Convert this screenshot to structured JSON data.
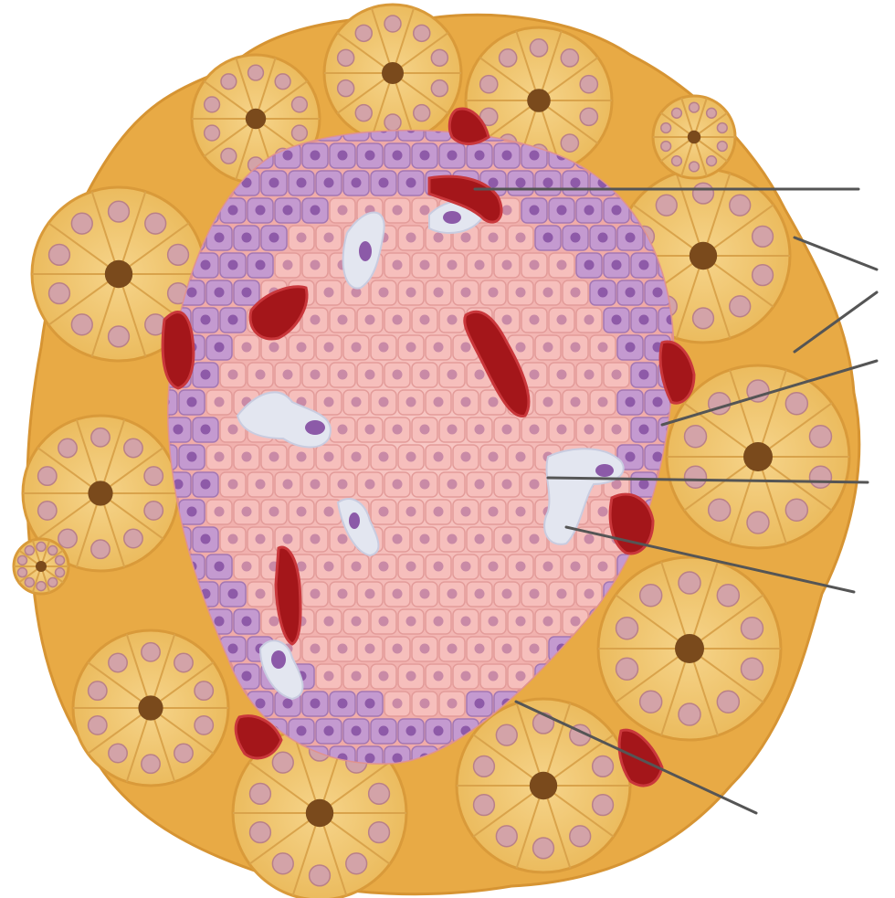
{
  "figure": {
    "kind": "labeled-illustration",
    "labels_printed": false,
    "background": "#ffffff"
  },
  "structures": [
    {
      "name": "capillary",
      "color": "#a4161a"
    },
    {
      "name": "acinus",
      "color": "#f3c86a"
    },
    {
      "name": "alpha-cell",
      "color": "#b98ac6"
    },
    {
      "name": "beta-cell",
      "color": "#f2b3b0"
    },
    {
      "name": "delta-cell",
      "color": "#dfe3ee"
    },
    {
      "name": "connective-tissue",
      "color": "#e8aa45"
    }
  ],
  "leader_line_count": 7
}
